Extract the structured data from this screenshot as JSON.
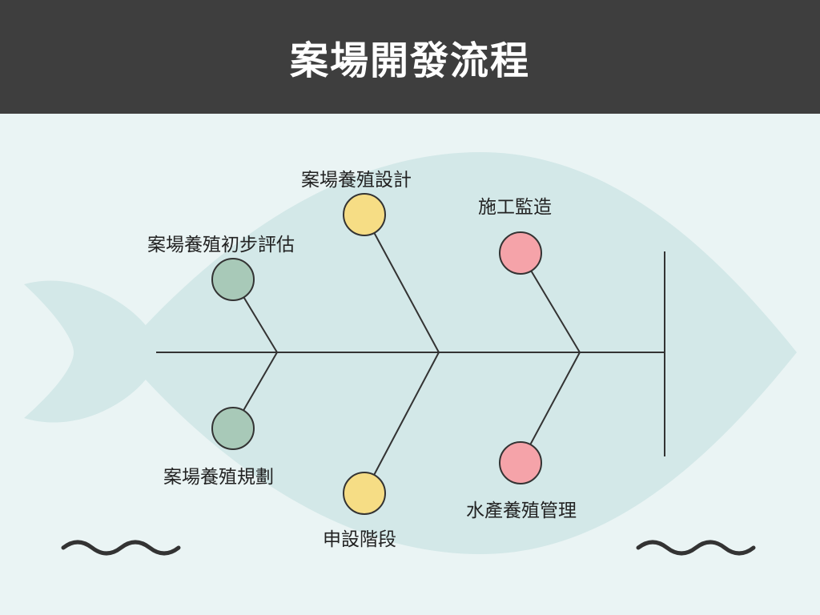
{
  "title": "案場開發流程",
  "colors": {
    "header_bg": "#3e3e3e",
    "background": "#eaf4f4",
    "fish_body": "#d3e8e8",
    "line": "#333333",
    "green_node": "#a8c9b8",
    "yellow_node": "#f6dd85",
    "pink_node": "#f5a3a9"
  },
  "causes": {
    "upper_1": "案場養殖初步評估",
    "upper_2": "案場養殖設計",
    "upper_3": "施工監造",
    "lower_1": "案場養殖規劃",
    "lower_2": "申設階段",
    "lower_3": "水產養殖管理"
  }
}
